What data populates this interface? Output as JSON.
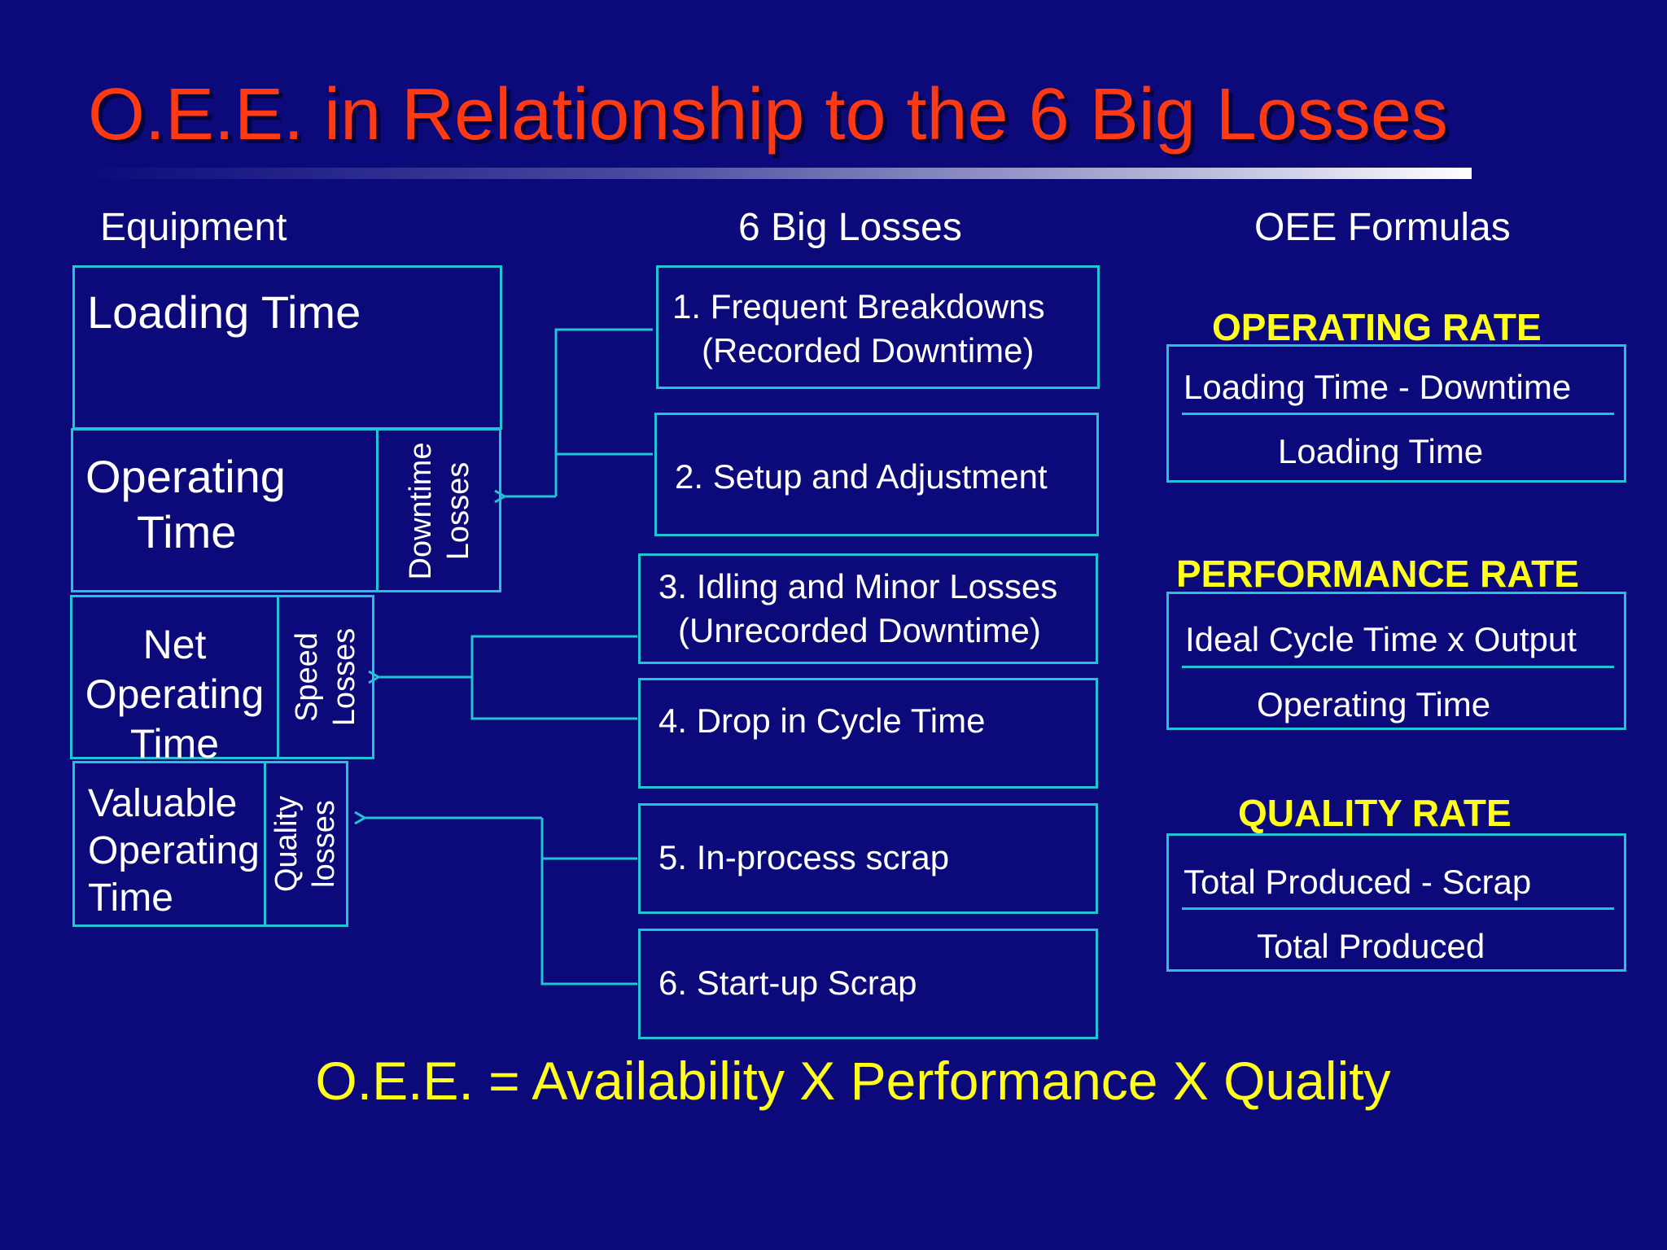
{
  "title": "O.E.E. in Relationship to the 6 Big Losses",
  "columns": {
    "equipment": "Equipment",
    "losses": "6 Big Losses",
    "formulas": "OEE Formulas"
  },
  "equipment": {
    "loading_time": "Loading Time",
    "operating_time": [
      "Operating",
      "Time"
    ],
    "downtime_losses": [
      "Downtime",
      "Losses"
    ],
    "net_operating_time": [
      "Net",
      "Operating",
      "Time"
    ],
    "speed_losses": [
      "Speed",
      "Losses"
    ],
    "valuable_operating_time": [
      "Valuable",
      "Operating",
      "Time"
    ],
    "quality_losses": [
      "Quality",
      "losses"
    ]
  },
  "losses": [
    {
      "line1": "1. Frequent Breakdowns",
      "line2": "(Recorded Downtime)"
    },
    {
      "line1": "2. Setup and Adjustment",
      "line2": ""
    },
    {
      "line1": "3. Idling and Minor Losses",
      "line2": "(Unrecorded Downtime)"
    },
    {
      "line1": "4. Drop in Cycle Time",
      "line2": ""
    },
    {
      "line1": "5. In-process scrap",
      "line2": ""
    },
    {
      "line1": "6. Start-up Scrap",
      "line2": ""
    }
  ],
  "formulas": [
    {
      "name": "OPERATING RATE",
      "numerator": "Loading Time - Downtime",
      "denominator": "Loading Time"
    },
    {
      "name": "PERFORMANCE RATE",
      "numerator": "Ideal Cycle Time x Output",
      "denominator": "Operating Time"
    },
    {
      "name": "QUALITY RATE",
      "numerator": "Total Produced - Scrap",
      "denominator": "Total Produced"
    }
  ],
  "oee_equation": "O.E.E. = Availability X Performance X Quality",
  "colors": {
    "background": "#0c0a7a",
    "title": "#ff3a12",
    "box_border": "#22c3d6",
    "highlight": "#ffff1a",
    "text": "#ffffff"
  }
}
